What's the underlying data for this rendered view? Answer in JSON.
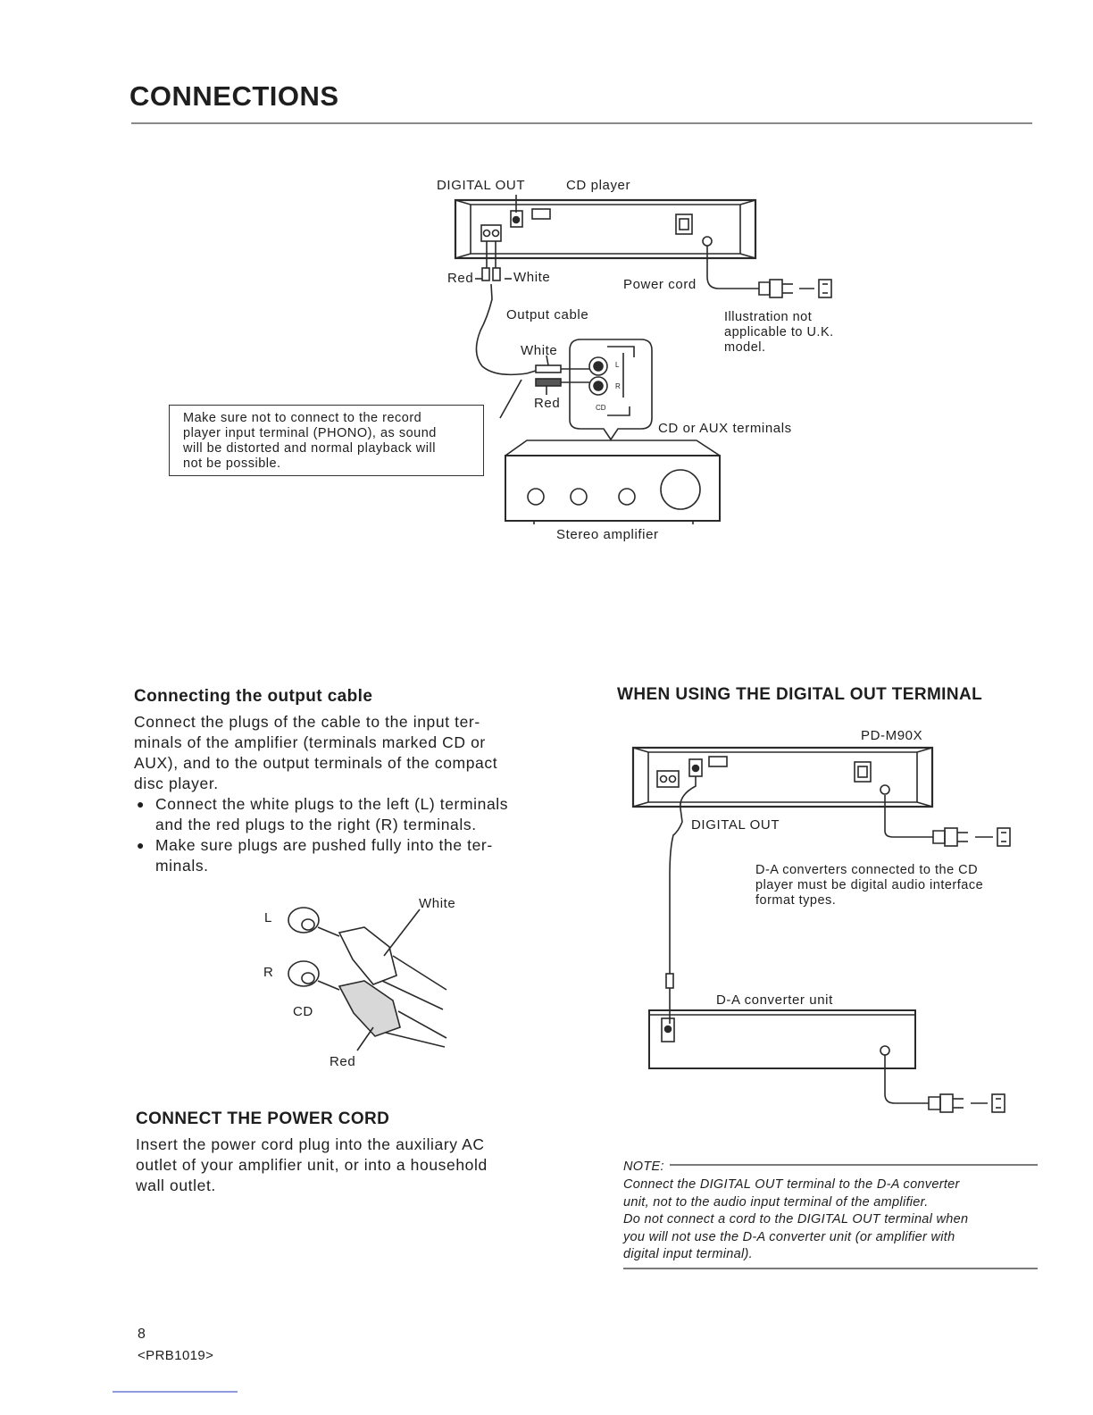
{
  "header": {
    "title": "CONNECTIONS"
  },
  "diagram1": {
    "digital_out_label": "DIGITAL OUT",
    "cd_player_label": "CD player",
    "red_label": "Red",
    "white_label": "White",
    "power_cord_label": "Power cord",
    "output_cable_label": "Output cable",
    "uk_note": [
      "Illustration not",
      "applicable to U.K.",
      "model."
    ],
    "white_label_2": "White",
    "red_label_2": "Red",
    "terminal_l": "L",
    "terminal_r": "R",
    "terminal_cd": "CD",
    "cd_aux_label": "CD or AUX terminals",
    "amplifier_label": "Stereo amplifier",
    "warning_lines": [
      "Make sure not to connect to the record",
      "player input terminal (PHONO), as sound",
      "will be distorted and normal playback will",
      "not be possible."
    ]
  },
  "output_cable": {
    "heading": "Connecting the output cable",
    "lines": [
      "Connect the plugs of the cable to the input ter-",
      "minals of the amplifier (terminals marked CD or",
      "AUX), and to the output terminals of the compact",
      "disc player."
    ],
    "bullet1": [
      "Connect the white plugs to the left (L) terminals",
      "and the red plugs to the right (R) terminals."
    ],
    "bullet2": [
      "Make sure plugs are pushed fully into the ter-",
      "minals."
    ],
    "plug_l": "L",
    "plug_r": "R",
    "plug_cd": "CD",
    "plug_white": "White",
    "plug_red": "Red"
  },
  "power_cord": {
    "heading": "CONNECT THE POWER CORD",
    "lines": [
      "Insert the power cord plug into the auxiliary AC",
      "outlet of your amplifier unit, or into a household",
      "wall outlet."
    ]
  },
  "digital_out": {
    "heading": "WHEN USING THE DIGITAL OUT TERMINAL",
    "model_label": "PD-M90X",
    "digital_out_label": "DIGITAL OUT",
    "da_note": [
      "D-A converters connected to the CD",
      "player must be digital audio interface",
      "format types."
    ],
    "da_unit_label": "D-A converter unit"
  },
  "note": {
    "label": "NOTE:",
    "lines": [
      "Connect the DIGITAL OUT terminal to the D-A converter",
      "unit, not to the audio input terminal of the amplifier.",
      "Do not connect a cord to the DIGITAL OUT terminal when",
      "you will not use the D-A converter unit (or amplifier with",
      "digital input terminal)."
    ]
  },
  "footer": {
    "page_number": "8",
    "code": "<PRB1019>"
  }
}
